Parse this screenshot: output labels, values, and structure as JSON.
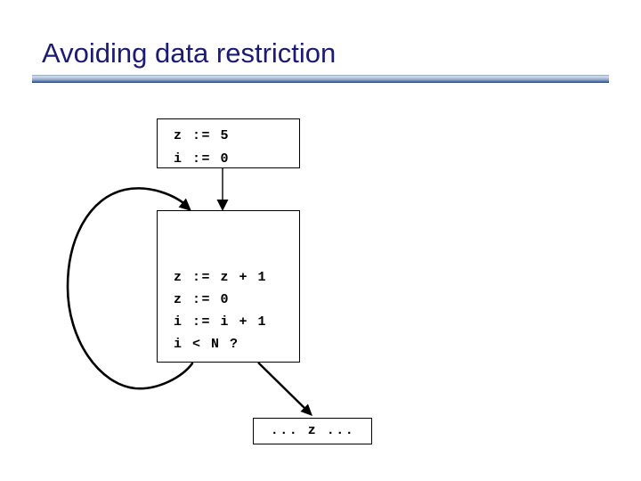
{
  "slide": {
    "title": "Avoiding data restriction",
    "title_color": "#1b1b75",
    "rule_colors": [
      "#8e9cac",
      "#d4dfee",
      "#b2c5dd",
      "#7e9ac2",
      "#50709f",
      "#1c3a6b"
    ],
    "background_color": "#ffffff"
  },
  "diagram": {
    "box_border_color": "#000000",
    "arrow_color": "#000000",
    "entry_block": {
      "lines": [
        "z := 5",
        "i := 0"
      ]
    },
    "loop_block": {
      "lines": [
        "z := z + 1",
        "z := 0",
        "i := i + 1",
        "i < N ?"
      ]
    },
    "exit_block": {
      "lines": [
        "... z ..."
      ]
    },
    "arrows": [
      {
        "name": "entry-to-loop",
        "from": "entry_block",
        "to": "loop_block",
        "style": "straight-down"
      },
      {
        "name": "loop-back-edge",
        "from": "loop_block",
        "to": "loop_block",
        "style": "curved-left-loop"
      },
      {
        "name": "loop-to-exit",
        "from": "loop_block",
        "to": "exit_block",
        "style": "diagonal-down-right"
      }
    ]
  }
}
